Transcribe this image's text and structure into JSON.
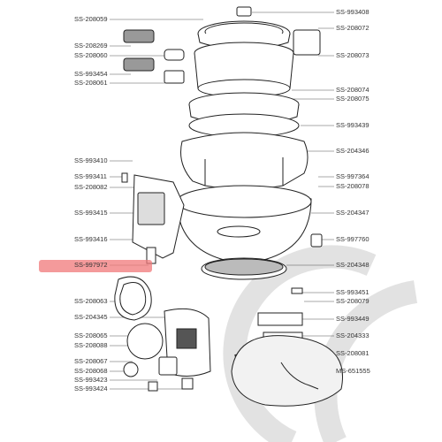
{
  "colors": {
    "highlight": "#f0787a",
    "line": "#222222",
    "watermark": "#dcdcdc"
  },
  "icons": {
    "watermark": "brand-circle-watermark-icon"
  },
  "left_labels": [
    "SS-208059",
    "SS-208269",
    "SS-208060",
    "SS-993454",
    "SS-208061",
    "SS-993410",
    "SS-993411",
    "SS-208082",
    "SS-993415",
    "SS-993416",
    "SS-997972",
    "SS-208063",
    "SS-204345",
    "SS-208065",
    "SS-208088",
    "SS-208067",
    "SS-208068",
    "SS-993423",
    "SS-993424"
  ],
  "right_labels": [
    "SS-993408",
    "SS-208072",
    "SS-208073",
    "SS-208074",
    "SS-208075",
    "SS-993439",
    "SS-204346",
    "SS-997364",
    "SS-208078",
    "SS-204347",
    "SS-997760",
    "SS-204348",
    "SS-993451",
    "SS-208079",
    "SS-993449",
    "SS-204333",
    "SS-208081",
    "MS-651555"
  ],
  "highlighted_part": "SS-997972"
}
